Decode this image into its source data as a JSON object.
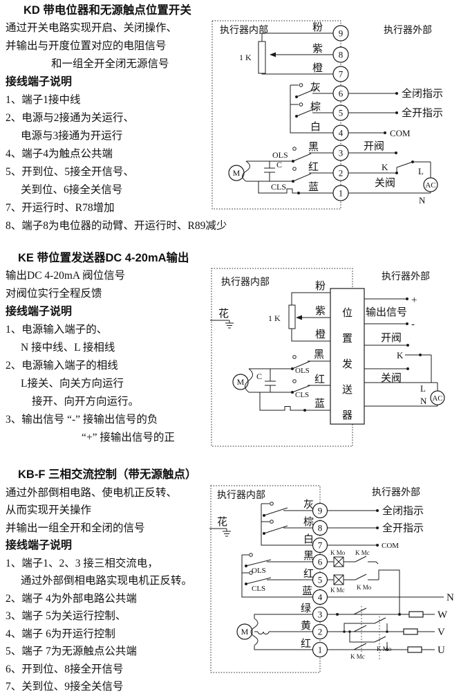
{
  "sections": [
    {
      "title": "KD 带电位器和无源触点位置开关",
      "intro": [
        "通过开关电路实现开启、关闭操作、",
        "并输出与开度位置对应的电阻信号",
        "和一组全开全闭无源信号"
      ],
      "subheading": "接线端子说明",
      "items": [
        "1、端子1接中线",
        "2、电源与2接通为关运行、",
        "电源与3接通为开运行",
        "4、端子4为触点公共端",
        "5、开到位、5接全开信号、",
        "关到位、6接全关信号",
        "7、开运行时、R78增加",
        "8、端子8为电位器的动臂、开运行时、R89减少"
      ],
      "diagram": {
        "internal": "执行器内部",
        "external": "执行器外部",
        "pot": "1 K",
        "motor": "M",
        "cap": "C",
        "ols": "OLS",
        "cls": "CLS",
        "terminals": [
          "9",
          "8",
          "7",
          "6",
          "5",
          "4",
          "3",
          "2",
          "1"
        ],
        "colors": [
          "粉",
          "紫",
          "橙",
          "灰",
          "棕",
          "白",
          "黑",
          "红",
          "蓝"
        ],
        "ext": {
          "full_closed": "全闭指示",
          "full_open": "全开指示",
          "com": "COM",
          "open_valve": "开阀",
          "close_valve": "关阀",
          "k": "K",
          "l": "L",
          "ac": "AC",
          "n": "N"
        }
      }
    },
    {
      "title": "KE 带位置发送器DC 4-20mA输出",
      "intro": [
        "输出DC 4-20mA 阀位信号",
        "对阀位实行全程反馈"
      ],
      "subheading": "接线端子说明",
      "items": [
        "1、电源输入端子的、",
        "N 接中线、L 接相线",
        "2、电源输入端子的相线",
        "L接关、向关方向运行",
        "接开、向开方向运行。",
        "3、输出信号 “-” 接输出信号的负",
        "“+” 接输出信号的正"
      ],
      "diagram": {
        "internal": "执行器内部",
        "external": "执行器外部",
        "ground": "花",
        "pot": "1 K",
        "motor": "M",
        "cap": "C",
        "ols": "OLS",
        "cls": "CLS",
        "colors": [
          "粉",
          "紫",
          "橙",
          "黑",
          "红",
          "蓝"
        ],
        "box_chars": [
          "位",
          "置",
          "发",
          "送",
          "器"
        ],
        "ext": {
          "plus": "+",
          "minus": "-",
          "output_signal": "输出信号",
          "open_valve": "开阀",
          "close_valve": "关阀",
          "k": "K",
          "l": "L",
          "ac": "AC",
          "n": "N"
        }
      }
    },
    {
      "title": "KB-F 三相交流控制（带无源触点）",
      "intro": [
        "通过外部倒相电路、使电机正反转、",
        "从而实现开关操作",
        "并输出一组全开和全闭的信号"
      ],
      "subheading": "接线端子说明",
      "items": [
        "1、端子1、2、3 接三相交流电，",
        "通过外部倒相电路实现电机正反转。",
        "2、端子 4为外部电路公共端",
        "3、端子 5为关运行控制、",
        "4、端子 6为开运行控制",
        "5、端子 7为无源触点公共端",
        "6、开到位、8接全开信号",
        "7、关到位、9接全关信号"
      ],
      "diagram": {
        "internal": "执行器内部",
        "external": "执行器外部",
        "ground": "花",
        "motor": "M",
        "ols": "OLS",
        "cls": "CLS",
        "kmo": "K Mo",
        "kmc": "K Mc",
        "terminals": [
          "9",
          "8",
          "7",
          "6",
          "5",
          "4",
          "3",
          "2",
          "1"
        ],
        "colors": [
          "灰",
          "棕",
          "白",
          "黑",
          "红",
          "蓝",
          "绿",
          "黄",
          "红"
        ],
        "ext": {
          "full_closed": "全闭指示",
          "full_open": "全开指示",
          "com": "COM",
          "n": "N",
          "w": "W",
          "v": "V",
          "u": "U"
        }
      }
    }
  ]
}
